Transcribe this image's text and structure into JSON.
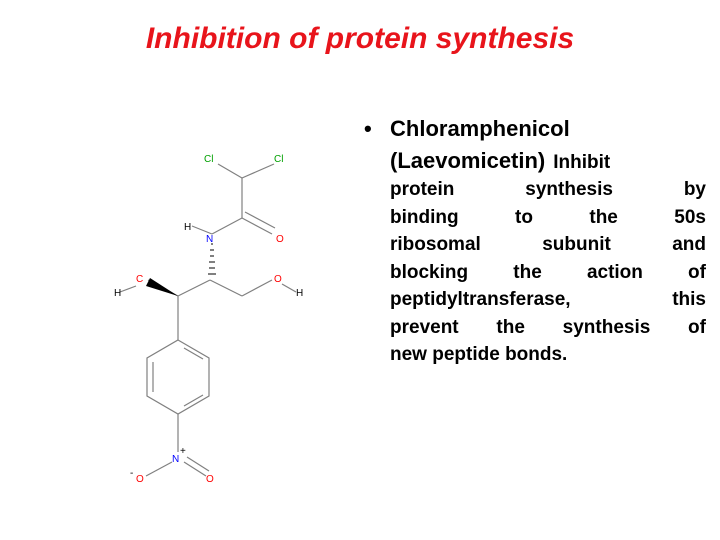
{
  "slide": {
    "title": "Inhibition of protein synthesis"
  },
  "bullet": {
    "line1": "Chloramphenicol",
    "line2": "(Laevomicetin)",
    "inhibit": "Inhibit",
    "lines": [
      "protein synthesis by",
      "binding to the 50s",
      "ribosomal subunit and",
      "blocking the action of",
      "peptidyltransferase, this",
      "prevent the synthesis of",
      "new peptide bonds."
    ]
  },
  "molecule": {
    "atoms": {
      "cl1": "Cl",
      "cl2": "Cl",
      "h_n": "H",
      "n": "N",
      "o_carbonyl": "O",
      "c_alpha": "C",
      "h_c": "H",
      "o_hydroxyl": "O",
      "h_o": "H",
      "n_nitro": "N",
      "n_nitro_charge": "+",
      "o_nitro_minus": "O",
      "o_minus_charge": "-",
      "o_nitro": "O"
    },
    "colors": {
      "bond": "#808080",
      "cl": "#00a000",
      "n": "#0000ff",
      "o": "#ff0000",
      "c": "#ff0000",
      "h": "#000000"
    }
  }
}
